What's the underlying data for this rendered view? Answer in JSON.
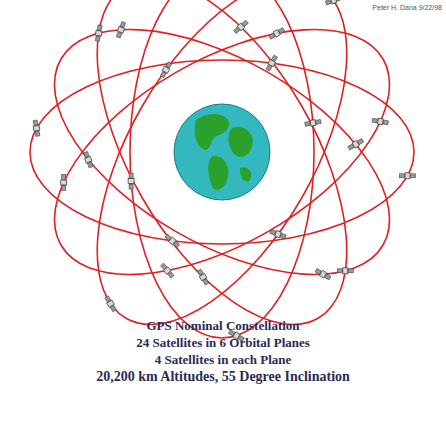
{
  "diagram": {
    "title": "GPS Nominal Constellation",
    "labels": [
      "24 Satellites in 6 Orbital Planes",
      "4 Satellites in each Plane",
      "20,200 km Altitudes, 55 Degree Inclination",
      "Peter H. Dana 9/22/98"
    ]
  }
}
